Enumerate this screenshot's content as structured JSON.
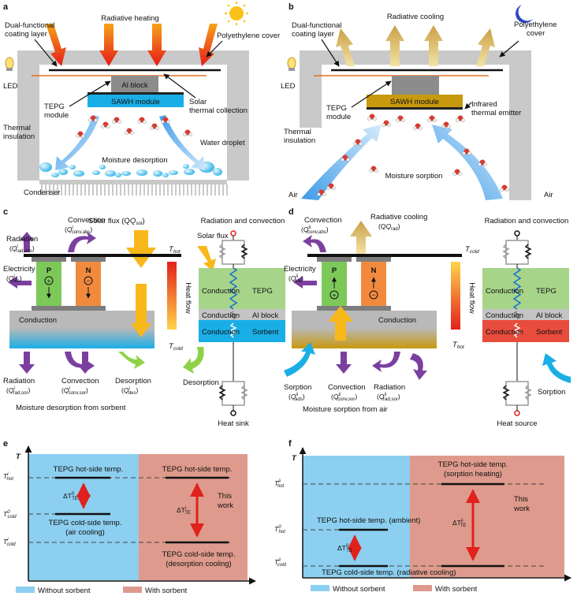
{
  "panels": {
    "a": "a",
    "b": "b",
    "c": "c",
    "d": "d",
    "e": "e",
    "f": "f"
  },
  "a": {
    "radiative_heating": "Radiative heating",
    "coating": [
      "Dual-functional",
      "coating layer"
    ],
    "cover": "Polyethylene cover",
    "led": "LED",
    "al_block": "Al block",
    "sawh": "SAWH module",
    "tepg": [
      "TEPG",
      "module"
    ],
    "solar": [
      "Solar",
      "thermal collection"
    ],
    "thermal_ins": [
      "Thermal",
      "insulation"
    ],
    "droplet": "Water droplet",
    "desorption": "Moisture desorption",
    "condenser": "Condenser"
  },
  "b": {
    "radiative_cooling": "Radiative cooling",
    "coating": [
      "Dual-functional",
      "coating layer"
    ],
    "cover": [
      "Polyethylene",
      "cover"
    ],
    "led": "LED",
    "sawh": "SAWH module",
    "tepg": [
      "TEPG",
      "module"
    ],
    "emitter": [
      "Infrared",
      "thermal emitter"
    ],
    "thermal_ins": [
      "Thermal",
      "insulation"
    ],
    "sorption": "Moisture sorption",
    "air_left": "Air",
    "air_right": "Air"
  },
  "c": {
    "solar_flux": "Solar flux",
    "q_sol": "(Q",
    "q_sol_sub": "sol",
    "radiation": "Radiation",
    "convection": "Convection",
    "electricity": "Electricity",
    "t_hot": "T",
    "t_hot_sub": "hot",
    "t_cold": "T",
    "t_cold_sub": "cold",
    "heat_flow": "Heat flow",
    "p": "P",
    "n": "N",
    "conduction": "Conduction",
    "bot_radiation": "Radiation",
    "bot_convection": "Convection",
    "bot_desorption": "Desorption",
    "caption": "Moisture desorption from sorbent",
    "q_rad_abs": "(Q",
    "q_rad_abs_sub": "rad,abs",
    "q_conv_abs_sub": "conv,abs",
    "q_ele_sub": "ele",
    "q_rad_sor_sub": "rad,sor",
    "q_conv_sor_sub": "conv,sor",
    "q_des_sub": "des",
    "sup_i": "i"
  },
  "c_circuit": {
    "top": "Radiation and convection",
    "solar_flux": "Solar flux",
    "conduction": "Conduction",
    "tepg": "TEPG",
    "al_block": "Al block",
    "sorbent": "Sorbent",
    "desorption": "Desorption",
    "heat_sink": "Heat sink"
  },
  "d": {
    "radiative_cooling": "Radiative cooling",
    "q_rad": "(Q",
    "q_rad_sub": "rad",
    "convection": "Convection",
    "electricity": "Electricity",
    "t_cold": "T",
    "t_cold_sub": "cold",
    "t_hot": "T",
    "t_hot_sub": "hot",
    "heat_flow": "Heat flow",
    "p": "P",
    "n": "N",
    "conduction": "Conduction",
    "sorption": "Sorption",
    "bot_convection": "Convection",
    "bot_radiation": "Radiation",
    "caption": "Moisture sorption from air",
    "sup_ii": "ii",
    "q_conv_abs_sub": "conv,abs",
    "q_ele_sub": "ele",
    "q_ads_sub": "ads",
    "q_conv_sor_sub": "conv,sor",
    "q_rad_sor_sub": "rad,sor"
  },
  "d_circuit": {
    "top": "Radiation and convection",
    "conduction": "Conduction",
    "tepg": "TEPG",
    "al_block": "Al block",
    "sorbent": "Sorbent",
    "sorption": "Sorption",
    "heat_source": "Heat source"
  },
  "e": {
    "axis_t": "T",
    "t_hot_i": "T",
    "t_cold_0": "T",
    "t_cold_i": "T",
    "hot_label": "TEPG hot-side temp.",
    "hot_label2": "TEPG hot-side temp.",
    "cold_label": [
      "TEPG cold-side temp.",
      "(air cooling)"
    ],
    "cold_label2": [
      "TEPG cold-side temp.",
      "(desorption cooling)"
    ],
    "delta": "ΔT",
    "this_work": [
      "This",
      "work"
    ],
    "legend_without": "Without sorbent",
    "legend_with": "With sorbent"
  },
  "f": {
    "axis_t": "T",
    "hot_label_sorp": [
      "TEPG hot-side temp.",
      "(sorption heating)"
    ],
    "hot_label_amb": "TEPG hot-side temp. (ambient)",
    "cold_label": "TEPG cold-side temp. (radiative cooling)",
    "delta": "ΔT",
    "this_work": [
      "This",
      "work"
    ],
    "legend_without": "Without sorbent",
    "legend_with": "With sorbent"
  },
  "colors": {
    "blue_bg": "#8ccff0",
    "red_bg": "#de9a8c",
    "sawh_a": "#1aaee6",
    "sawh_b": "#c8990f",
    "tepg_green": "#a6d58a",
    "sorbent_blue": "#1aaee6",
    "sorbent_red": "#e84c3d",
    "p_green": "#7cc95a",
    "n_orange": "#f28a3e",
    "arrow_purple": "#7b3fa0",
    "arrow_red": "#e0211c"
  }
}
